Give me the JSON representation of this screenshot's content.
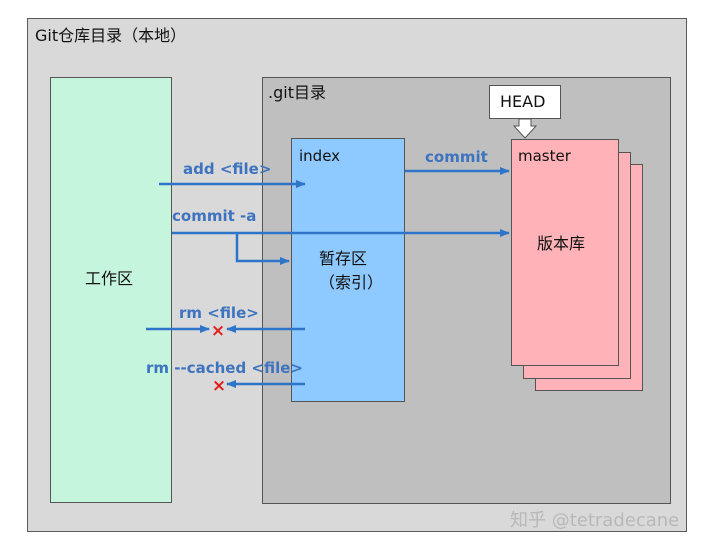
{
  "outer_title": "Git仓库目录（本地）",
  "git_dir_title": ".git目录",
  "workspace_label": "工作区",
  "index": {
    "title": "index",
    "label_line1": "暂存区",
    "label_line2": "（索引）"
  },
  "repo": {
    "branch": "master",
    "label": "版本库"
  },
  "head_label": "HEAD",
  "arrows": {
    "add": "add <file>",
    "commit": "commit",
    "commit_a": "commit -a",
    "rm": "rm <file>",
    "rm_cached": "rm --cached <file>"
  },
  "cross_mark": "×",
  "watermark": "知乎 @tetradecane",
  "colors": {
    "arrow": "#2e74c8",
    "label": "#3e73c0",
    "cross": "#e02020",
    "workspace": "#c6f5de",
    "index": "#8ec9ff",
    "repo": "#ffb3b8"
  }
}
